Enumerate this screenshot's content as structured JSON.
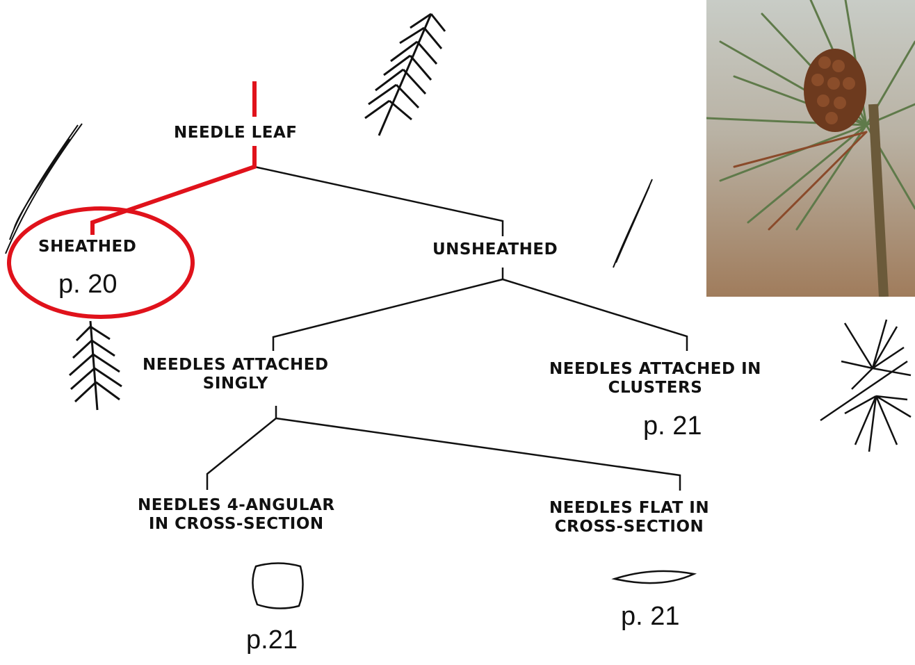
{
  "nodes": {
    "root": "NEEDLE LEAF",
    "sheathed": "SHEATHED",
    "unsheathed": "UNSHEATHED",
    "singly": "NEEDLES ATTACHED\nSINGLY",
    "clusters": "NEEDLES ATTACHED IN\nCLUSTERS",
    "angular": "NEEDLES 4-ANGULAR\nIN CROSS-SECTION",
    "flat": "NEEDLES FLAT IN\nCROSS-SECTION"
  },
  "pages": {
    "sheathed": "p. 20",
    "clusters": "p. 21",
    "angular": "p.21",
    "flat": "p. 21"
  },
  "colors": {
    "highlight": "#e0121b",
    "ink": "#111111"
  },
  "photo": {
    "subject": "pine-branch-with-cone"
  }
}
